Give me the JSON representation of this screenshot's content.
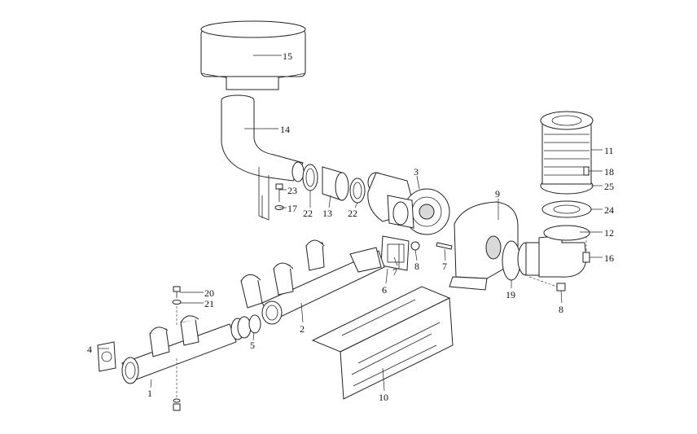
{
  "diagram": {
    "callouts": [
      {
        "id": "c15",
        "label": "15"
      },
      {
        "id": "c14",
        "label": "14"
      },
      {
        "id": "c23",
        "label": "23"
      },
      {
        "id": "c17",
        "label": "17"
      },
      {
        "id": "c22a",
        "label": "22"
      },
      {
        "id": "c13",
        "label": "13"
      },
      {
        "id": "c22b",
        "label": "22"
      },
      {
        "id": "c3",
        "label": "3"
      },
      {
        "id": "c7a",
        "label": "7"
      },
      {
        "id": "c6",
        "label": "6"
      },
      {
        "id": "c8a",
        "label": "8"
      },
      {
        "id": "c7b",
        "label": "7"
      },
      {
        "id": "c9",
        "label": "9"
      },
      {
        "id": "c19",
        "label": "19"
      },
      {
        "id": "c8b",
        "label": "8"
      },
      {
        "id": "c11",
        "label": "11"
      },
      {
        "id": "c18",
        "label": "18"
      },
      {
        "id": "c25",
        "label": "25"
      },
      {
        "id": "c24",
        "label": "24"
      },
      {
        "id": "c12",
        "label": "12"
      },
      {
        "id": "c16",
        "label": "16"
      },
      {
        "id": "c20",
        "label": "20"
      },
      {
        "id": "c21",
        "label": "21"
      },
      {
        "id": "c2",
        "label": "2"
      },
      {
        "id": "c5",
        "label": "5"
      },
      {
        "id": "c4",
        "label": "4"
      },
      {
        "id": "c1",
        "label": "1"
      },
      {
        "id": "c10",
        "label": "10"
      }
    ]
  }
}
